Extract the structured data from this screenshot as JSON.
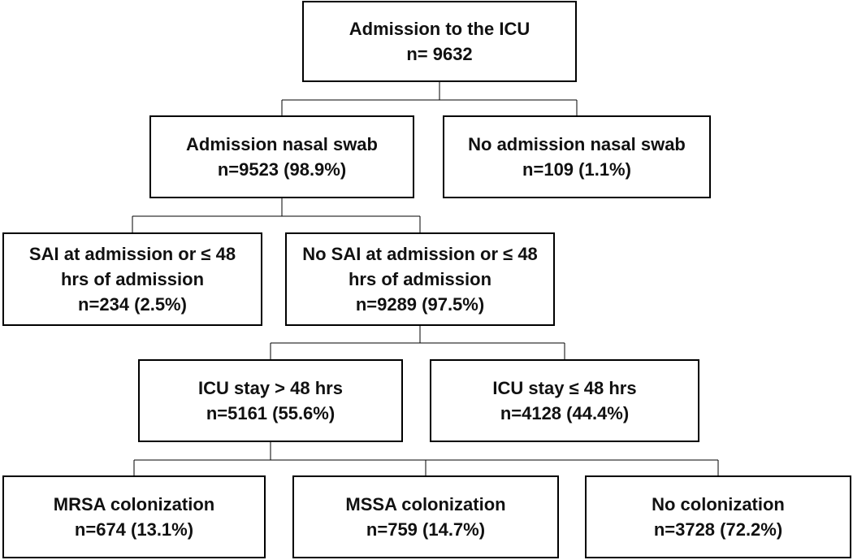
{
  "nodes": {
    "icu_admission": {
      "title": "Admission to the ICU",
      "count": "n= 9632"
    },
    "nasal_swab": {
      "title": "Admission nasal swab",
      "count": "n=9523 (98.9%)"
    },
    "no_nasal_swab": {
      "title": "No admission nasal swab",
      "count": "n=109 (1.1%)"
    },
    "sai": {
      "title_line1": "SAI at admission or ≤ 48",
      "title_line2": "hrs of admission",
      "count": "n=234 (2.5%)"
    },
    "no_sai": {
      "title_line1": "No SAI at admission or ≤ 48",
      "title_line2": "hrs of admission",
      "count": "n=9289 (97.5%)"
    },
    "stay_long": {
      "title": "ICU stay > 48 hrs",
      "count": "n=5161 (55.6%)"
    },
    "stay_short": {
      "title": "ICU stay ≤ 48 hrs",
      "count": "n=4128 (44.4%)"
    },
    "mrsa": {
      "title": "MRSA colonization",
      "count": "n=674 (13.1%)"
    },
    "mssa": {
      "title": "MSSA colonization",
      "count": "n=759 (14.7%)"
    },
    "no_colonization": {
      "title": "No colonization",
      "count": "n=3728 (72.2%)"
    }
  },
  "edges": [
    {
      "from": "icu_admission",
      "to": "nasal_swab"
    },
    {
      "from": "icu_admission",
      "to": "no_nasal_swab"
    },
    {
      "from": "nasal_swab",
      "to": "sai"
    },
    {
      "from": "nasal_swab",
      "to": "no_sai"
    },
    {
      "from": "no_sai",
      "to": "stay_long"
    },
    {
      "from": "no_sai",
      "to": "stay_short"
    },
    {
      "from": "stay_long",
      "to": "mrsa"
    },
    {
      "from": "stay_long",
      "to": "mssa"
    },
    {
      "from": "stay_long",
      "to": "no_colonization"
    }
  ]
}
